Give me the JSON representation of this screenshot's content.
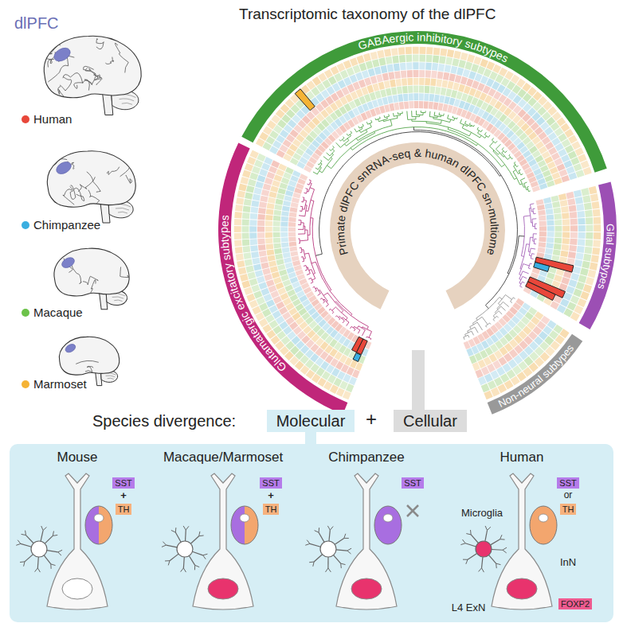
{
  "diagram": {
    "title": "Transcriptomic taxonomy of the dlPFC",
    "nodes": [
      {
        "text": [
          "Molecular"
        ]
      },
      {
        "text": [
          "Cellular"
        ]
      },
      {
        "text": [
          "SST"
        ]
      },
      {
        "text": [
          "TH"
        ]
      },
      {
        "text": [
          "SST"
        ]
      },
      {
        "text": [
          "TH"
        ]
      },
      {
        "text": [
          "SST"
        ]
      },
      {
        "text": [
          "SST"
        ]
      },
      {
        "text": [
          "TH"
        ]
      },
      {
        "text": [
          "FOXP2"
        ]
      }
    ],
    "labels": [
      "dlPFC",
      "GABAergic inhibitory subtypes",
      "Glial subtypes",
      "Non-neural subtypes",
      "Glutamatergic excitatory subtypes",
      "Primate dlPFC snRNA-seq & human dlPFC sn-multiome",
      "Species divergence:",
      "+",
      "Mouse",
      "Macaque/Marmoset",
      "Chimpanzee",
      "Human",
      "+",
      "+",
      "or",
      "Microglia",
      "InN",
      "L4 ExN"
    ],
    "legend": [
      {
        "text": "Human",
        "color": "#e8473a"
      },
      {
        "text": "Chimpanzee",
        "color": "#3aaee0"
      },
      {
        "text": "Macaque",
        "color": "#6cc24a"
      },
      {
        "text": "Marmoset",
        "color": "#f5b335"
      }
    ]
  }
}
